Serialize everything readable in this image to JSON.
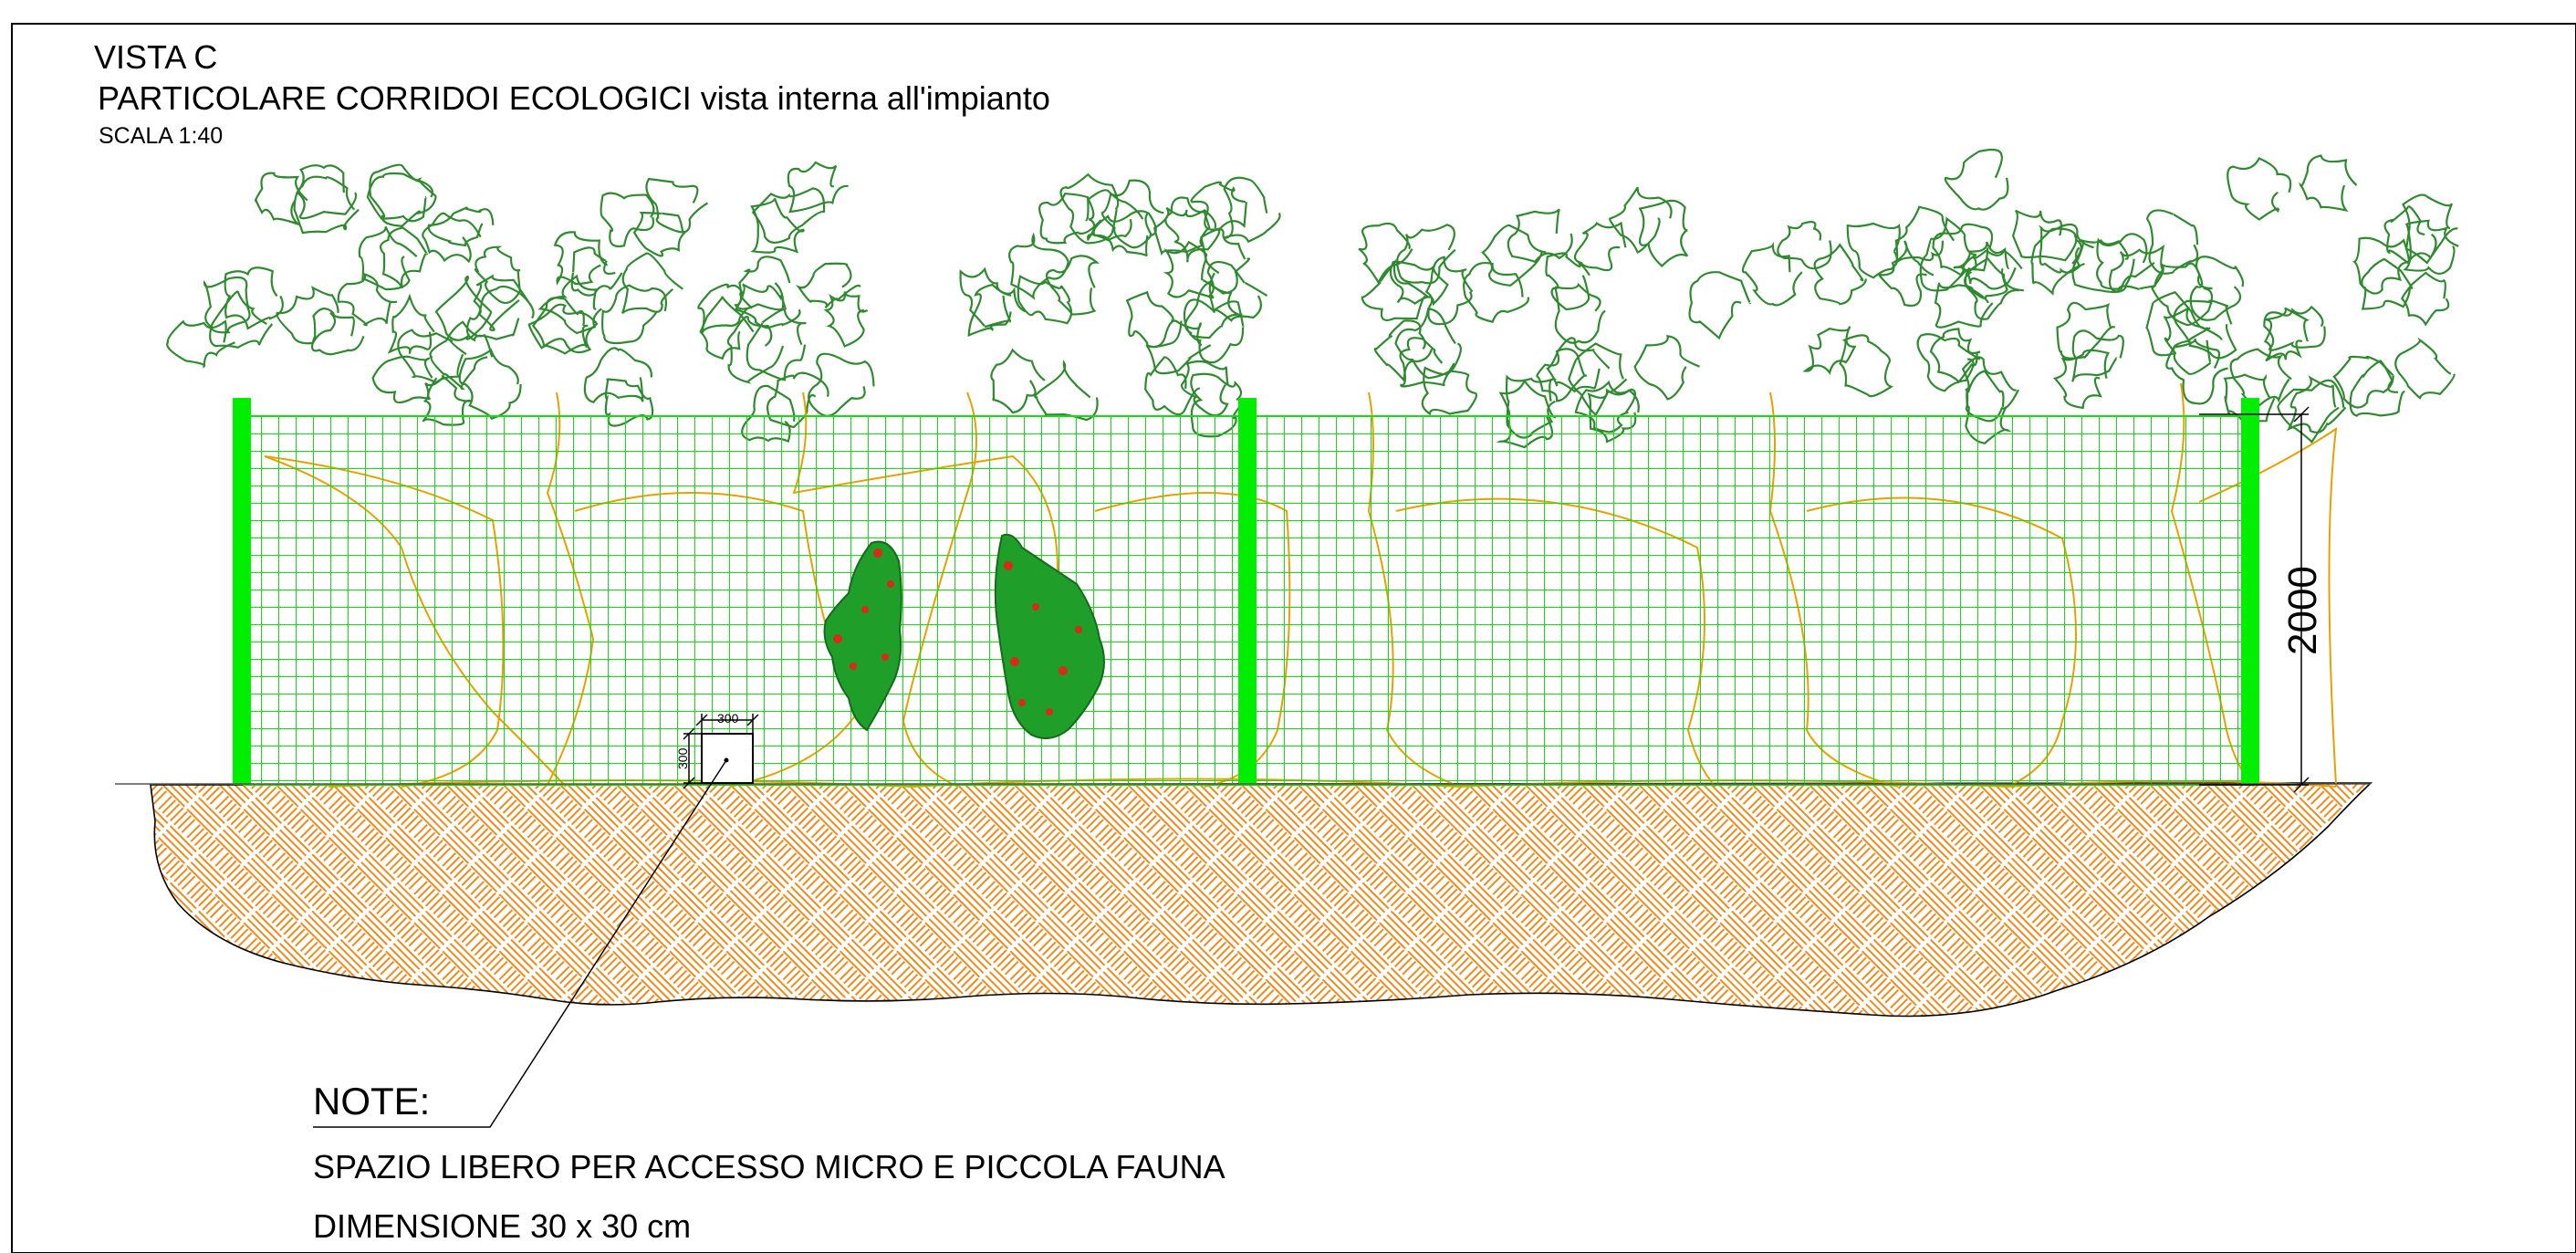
{
  "title": {
    "view": "VISTA C",
    "subject": "PARTICOLARE CORRIDOI ECOLOGICI vista interna all'impianto",
    "scale": "SCALA 1:40"
  },
  "dimensions": {
    "fence_height": "2000",
    "opening_width": "300",
    "opening_height": "300"
  },
  "notes": {
    "heading": "NOTE:",
    "line1": "SPAZIO LIBERO PER ACCESSO MICRO E PICCOLA FAUNA",
    "line2": "DIMENSIONE 30 x 30 cm"
  },
  "colors": {
    "post": "#00ee00",
    "mesh": "#11dd11",
    "foliage": "#2f8a2f",
    "trunk": "#e8a000",
    "soil_hatch": "#f08a1c",
    "shrub": "#1f9e2a",
    "flower": "#d92a1a",
    "ink": "#000000"
  }
}
